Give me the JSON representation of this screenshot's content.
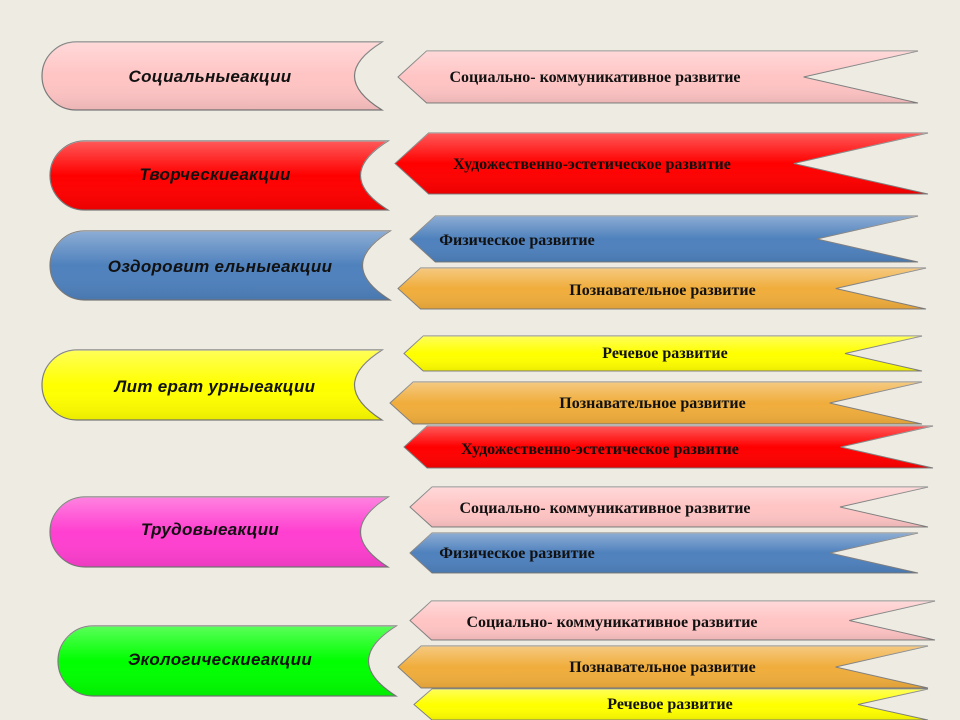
{
  "categories": [
    {
      "line1": "Социальные",
      "line2": "акции",
      "color": "#ffc4c4"
    },
    {
      "line1": "Творческие",
      "line2": "акции",
      "color": "#ff0000"
    },
    {
      "line1": "Оздоровит ельные",
      "line2": "акции",
      "color": "#4f81bd"
    },
    {
      "line1": "Лит ерат урные",
      "line2": "акции",
      "color": "#ffff00"
    },
    {
      "line1": "Трудовые",
      "line2": "акции",
      "color": "#ff3fd0"
    },
    {
      "line1": "Экологические",
      "line2": "акции",
      "color": "#00ff00"
    }
  ],
  "ribbons": [
    {
      "label": "Социально- коммуникативное развитие",
      "color": "#ffc4c4",
      "category": 0
    },
    {
      "label": "Художественно-эстетическое развитие",
      "color": "#ff0000",
      "category": 1
    },
    {
      "label": "Физическое развитие",
      "color": "#4f81bd",
      "category": 2
    },
    {
      "label": "Познавательное развитие",
      "color": "#f0ad3c",
      "category": 2
    },
    {
      "label": "Речевое развитие",
      "color": "#ffff00",
      "category": 3
    },
    {
      "label": "Познавательное развитие",
      "color": "#f0ad3c",
      "category": 3
    },
    {
      "label": "Художественно-эстетическое развитие",
      "color": "#ff0000",
      "category": 3
    },
    {
      "label": "Социально- коммуникативное развитие",
      "color": "#ffc4c4",
      "category": 4
    },
    {
      "label": "Физическое развитие",
      "color": "#4f81bd",
      "category": 4
    },
    {
      "label": "Социально- коммуникативное развитие",
      "color": "#ffc4c4",
      "category": 5
    },
    {
      "label": "Познавательное развитие",
      "color": "#f0ad3c",
      "category": 5
    },
    {
      "label": "Речевое развитие",
      "color": "#ffff00",
      "category": 5
    }
  ]
}
